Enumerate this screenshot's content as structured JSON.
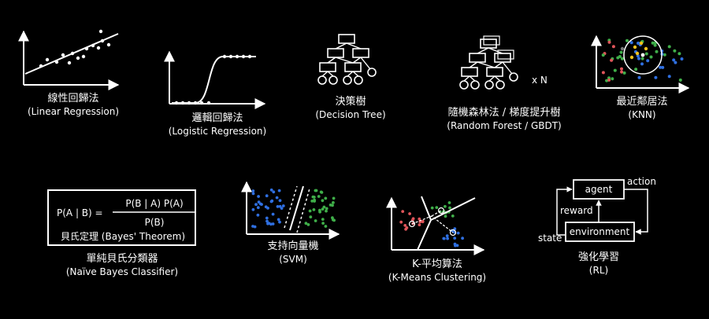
{
  "models": [
    {
      "key": "linear",
      "zh": "線性回歸法",
      "en": "(Linear Regression)"
    },
    {
      "key": "logistic",
      "zh": "邏輯回歸法",
      "en": "(Logistic Regression)"
    },
    {
      "key": "tree",
      "zh": "決策樹",
      "en": "(Decision Tree)"
    },
    {
      "key": "forest",
      "zh": "隨機森林法 / 梯度提升樹",
      "en": "(Random Forest / GBDT)"
    },
    {
      "key": "knn",
      "zh": "最近鄰居法",
      "en": "(KNN)"
    },
    {
      "key": "bayes",
      "zh": "單純貝氏分類器",
      "en": "(Naïve Bayes Classifier)"
    },
    {
      "key": "svm",
      "zh": "支持向量機",
      "en": "(SVM)"
    },
    {
      "key": "kmeans",
      "zh": "K-平均算法",
      "en": "(K-Means Clustering)"
    },
    {
      "key": "rl",
      "zh": "強化學習",
      "en": "(RL)"
    }
  ],
  "forest_multiplier": "x N",
  "bayes_formula": {
    "lhs": "P(A | B) =",
    "numerator": "P(B | A) P(A)",
    "denominator": "P(B)",
    "theorem": "貝氏定理 (Bayes' Theorem)"
  },
  "rl_diagram": {
    "agent": "agent",
    "environment": "environment",
    "action": "action",
    "reward": "reward",
    "state": "state"
  },
  "colors": {
    "background": "#000000",
    "foreground": "#ffffff",
    "red": "#e0555a",
    "green": "#3fae49",
    "blue": "#2f6fe0",
    "yellow": "#f2c21b",
    "grey": "#9a9a9a"
  }
}
